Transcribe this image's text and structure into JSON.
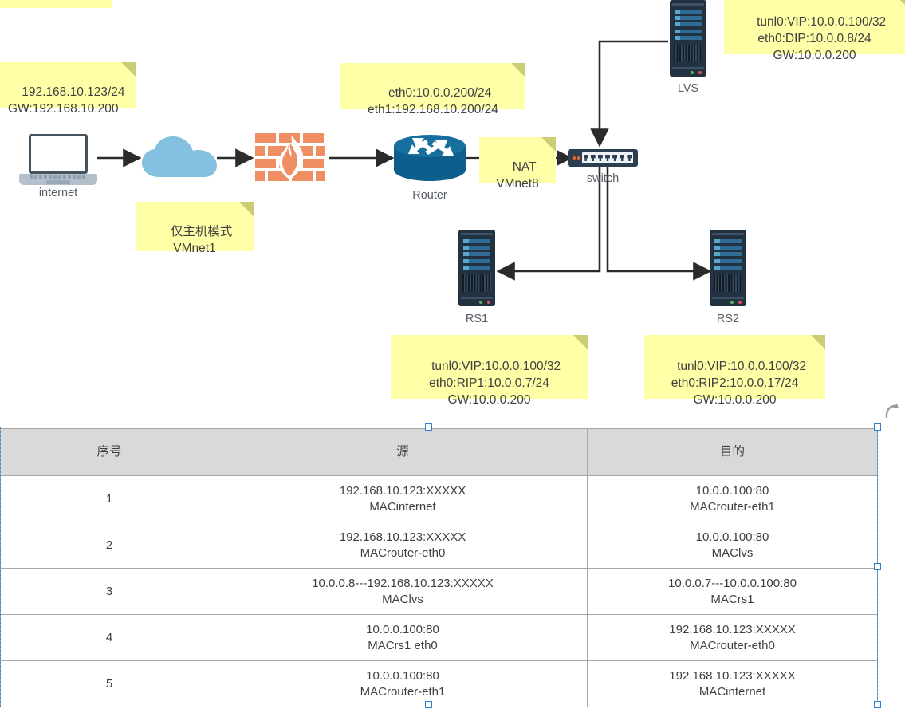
{
  "diagram": {
    "notes": {
      "top_clipped": "",
      "client": "192.168.10.123/24\nGW:192.168.10.200",
      "vmnet1": "仅主机模式\nVMnet1",
      "router_ifaces": "eth0:10.0.0.200/24\neth1:192.168.10.200/24",
      "nat": "NAT\nVMnet8",
      "lvs": "tunl0:VIP:10.0.0.100/32\neth0:DIP:10.0.0.8/24\nGW:10.0.0.200",
      "rs1": "tunl0:VIP:10.0.0.100/32\neth0:RIP1:10.0.0.7/24\nGW:10.0.0.200",
      "rs2": "tunl0:VIP:10.0.0.100/32\neth0:RIP2:10.0.0.17/24\nGW:10.0.0.200"
    },
    "devices": {
      "internet": "internet",
      "router": "Router",
      "switch": "switch",
      "lvs": "LVS",
      "rs1": "RS1",
      "rs2": "RS2"
    },
    "colors": {
      "note_bg": "#ffffa8",
      "note_fold": "#cccc74",
      "firewall": "#ef8e62",
      "router": "#0f6ca0",
      "cloud": "#84c0e0",
      "server": "#223240",
      "switch": "#2d3e50",
      "selection": "#3d8ad6",
      "header_bg": "#d9d9d9"
    }
  },
  "table": {
    "headers": [
      "序号",
      "源",
      "目的"
    ],
    "rows": [
      {
        "no": "1",
        "src_l1": "192.168.10.123:XXXXX",
        "src_l2": "MACinternet",
        "dst_l1": "10.0.0.100:80",
        "dst_l2": "MACrouter-eth1"
      },
      {
        "no": "2",
        "src_l1": "192.168.10.123:XXXXX",
        "src_l2": "MACrouter-eth0",
        "dst_l1": "10.0.0.100:80",
        "dst_l2": "MAClvs"
      },
      {
        "no": "3",
        "src_l1": "10.0.0.8---192.168.10.123:XXXXX",
        "src_l2": "MAClvs",
        "dst_l1": "10.0.0.7---10.0.0.100:80",
        "dst_l2": "MACrs1"
      },
      {
        "no": "4",
        "src_l1": "10.0.0.100:80",
        "src_l2": "MACrs1 eth0",
        "dst_l1": "192.168.10.123:XXXXX",
        "dst_l2": "MACrouter-eth0"
      },
      {
        "no": "5",
        "src_l1": "10.0.0.100:80",
        "src_l2": "MACrouter-eth1",
        "dst_l1": "192.168.10.123:XXXXX",
        "dst_l2": "MACinternet"
      }
    ]
  }
}
